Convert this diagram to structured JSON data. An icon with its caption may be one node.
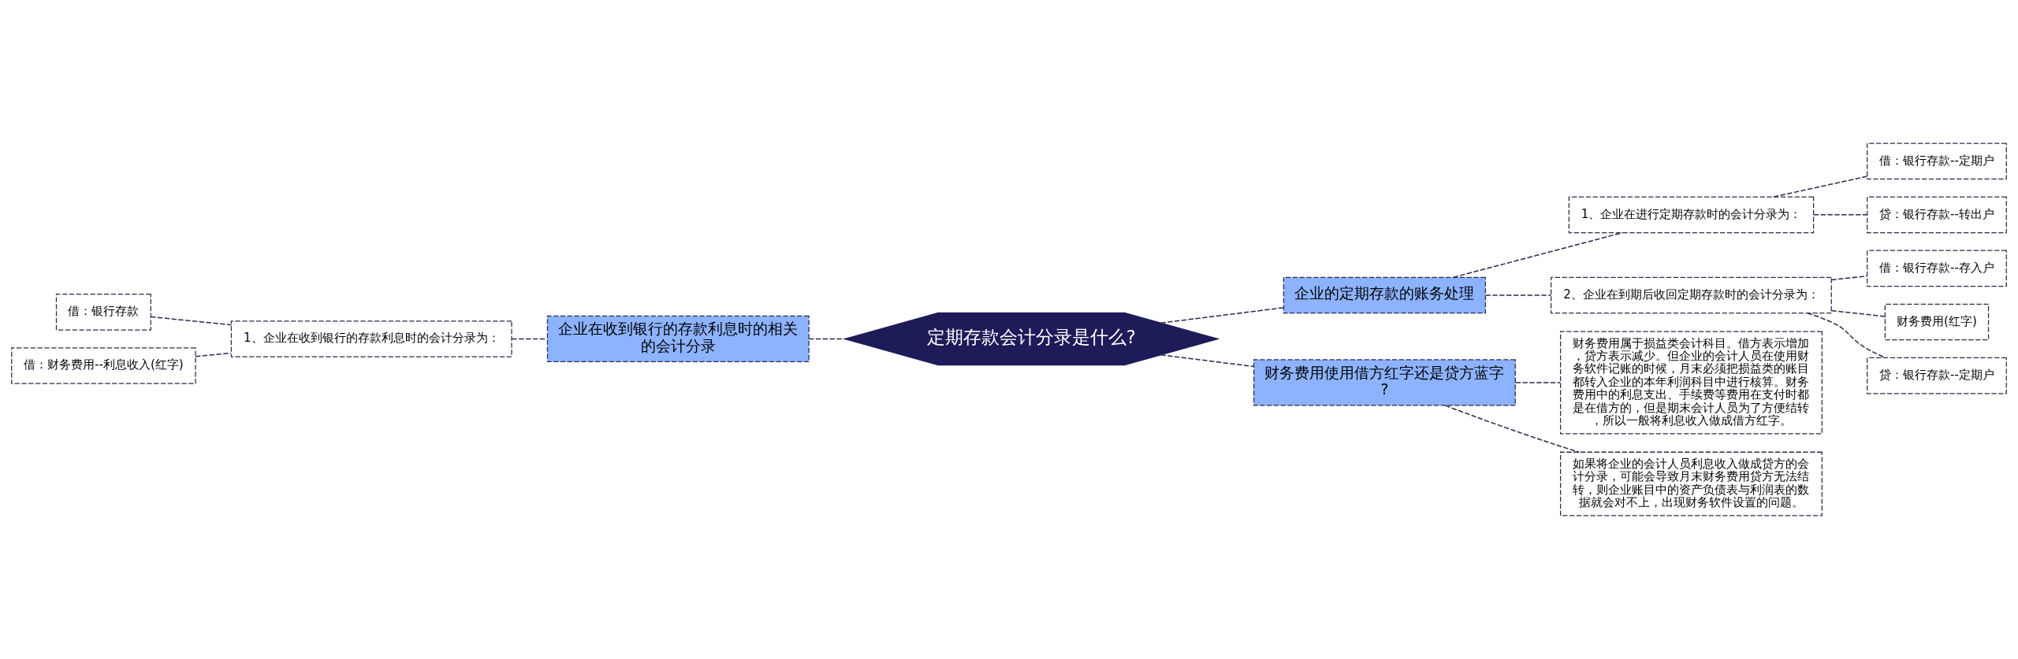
{
  "diagram": {
    "nodes": [
      {
        "text": [
          "定期存款会计分录是什么?"
        ]
      },
      {
        "text": [
          "企业的定期存款的账务处理"
        ]
      },
      {
        "text": [
          "1、企业在进行定期存款时的会计分录为："
        ]
      },
      {
        "text": [
          "借：银行存款--定期户"
        ]
      },
      {
        "text": [
          "贷：银行存款--转出户"
        ]
      },
      {
        "text": [
          "2、企业在到期后收回定期存款时的会计分录为："
        ]
      },
      {
        "text": [
          "借：银行存款--存入户"
        ]
      },
      {
        "text": [
          "财务费用(红字)"
        ]
      },
      {
        "text": [
          "贷：银行存款--定期户"
        ]
      },
      {
        "text": [
          "财务费用使用借方红字还是贷方蓝字?"
        ]
      },
      {
        "text": [
          "财务费用属于损益类会计科目。借方表示增加，贷方表示减少。但企业的会计人员在使用财务软件记账的时候，月末必须把损益类的账目都转入企业的本年利润科目中进行核算。财务费用中的利息支出、手续费等费用在支付时都是在借方的，但是期末会计人员为了方便结转，所以一般将利息收入做成借方红字。"
        ]
      },
      {
        "text": [
          "如果将企业的会计人员利息收入做成贷方的会计分录，可能会导致月末财务费用贷方无法结转，则企业账目中的资产负债表与利润表的数据就会对不上，出现财务软件设置的问题。"
        ]
      },
      {
        "text": [
          "企业在收到银行的存款利息时的相关的会计分录"
        ]
      },
      {
        "text": [
          "1、企业在收到银行的存款利息时的会计分录为："
        ]
      },
      {
        "text": [
          "借：银行存款"
        ]
      },
      {
        "text": [
          "借：财务费用--利息收入(红字)"
        ]
      }
    ],
    "edges": [
      {
        "from": 0,
        "to": 1,
        "arrow": "none"
      },
      {
        "from": 1,
        "to": 2,
        "arrow": "none"
      },
      {
        "from": 2,
        "to": 3,
        "arrow": "none"
      },
      {
        "from": 2,
        "to": 4,
        "arrow": "none"
      },
      {
        "from": 1,
        "to": 5,
        "arrow": "none"
      },
      {
        "from": 5,
        "to": 6,
        "arrow": "none"
      },
      {
        "from": 5,
        "to": 7,
        "arrow": "none"
      },
      {
        "from": 5,
        "to": 8,
        "arrow": "none"
      },
      {
        "from": 0,
        "to": 9,
        "arrow": "none"
      },
      {
        "from": 9,
        "to": 10,
        "arrow": "none"
      },
      {
        "from": 9,
        "to": 11,
        "arrow": "none"
      },
      {
        "from": 0,
        "to": 12,
        "arrow": "none"
      },
      {
        "from": 12,
        "to": 13,
        "arrow": "none"
      },
      {
        "from": 13,
        "to": 14,
        "arrow": "none"
      },
      {
        "from": 13,
        "to": 15,
        "arrow": "none"
      }
    ]
  }
}
